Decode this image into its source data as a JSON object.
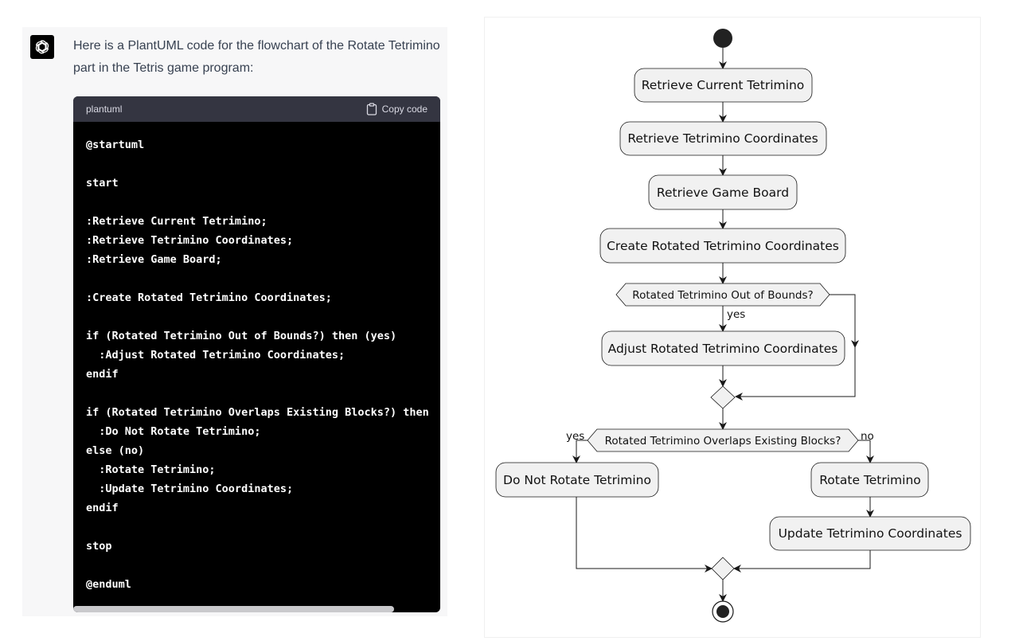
{
  "message": {
    "intro": "Here is a PlantUML code for the flowchart of the Rotate Tetrimino part in the Tetris game program:"
  },
  "code_block": {
    "language": "plantuml",
    "copy_label": "Copy code",
    "lines": [
      "@startuml",
      "",
      "start",
      "",
      ":Retrieve Current Tetrimino;",
      ":Retrieve Tetrimino Coordinates;",
      ":Retrieve Game Board;",
      "",
      ":Create Rotated Tetrimino Coordinates;",
      "",
      "if (Rotated Tetrimino Out of Bounds?) then (yes)",
      "  :Adjust Rotated Tetrimino Coordinates;",
      "endif",
      "",
      "if (Rotated Tetrimino Overlaps Existing Blocks?) then",
      "  :Do Not Rotate Tetrimino;",
      "else (no)",
      "  :Rotate Tetrimino;",
      "  :Update Tetrimino Coordinates;",
      "endif",
      "",
      "stop",
      "",
      "@enduml"
    ]
  },
  "flowchart": {
    "activities": {
      "a1": "Retrieve Current Tetrimino",
      "a2": "Retrieve Tetrimino Coordinates",
      "a3": "Retrieve Game Board",
      "a4": "Create Rotated Tetrimino Coordinates",
      "a5": "Adjust Rotated Tetrimino Coordinates",
      "a6": "Do Not Rotate Tetrimino",
      "a7": "Rotate Tetrimino",
      "a8": "Update Tetrimino Coordinates"
    },
    "decisions": {
      "d1": "Rotated Tetrimino Out of Bounds?",
      "d2": "Rotated Tetrimino Overlaps Existing Blocks?"
    },
    "labels": {
      "yes1": "yes",
      "yes2": "yes",
      "no": "no"
    }
  }
}
